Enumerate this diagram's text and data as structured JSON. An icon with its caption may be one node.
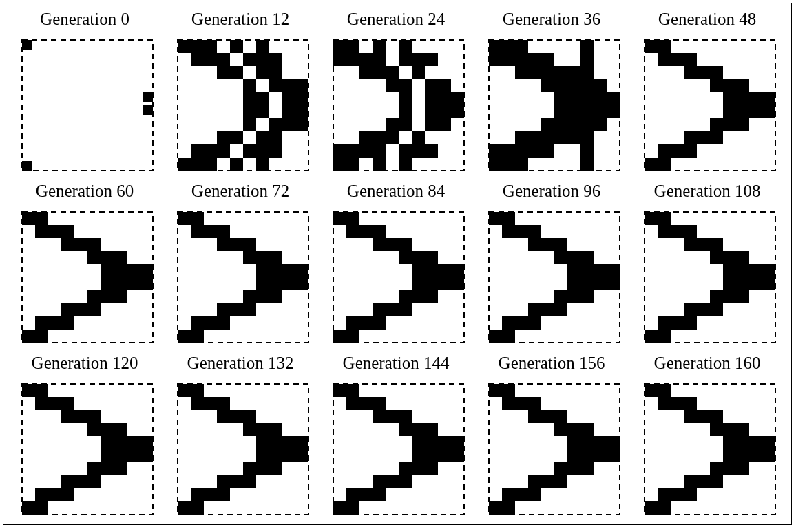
{
  "diagram": {
    "nodes": [
      {
        "text": [
          "Generation 0"
        ]
      },
      {
        "text": [
          "Generation 12"
        ]
      },
      {
        "text": [
          "Generation 24"
        ]
      },
      {
        "text": [
          "Generation 36"
        ]
      },
      {
        "text": [
          "Generation 48"
        ]
      },
      {
        "text": [
          "Generation 60"
        ]
      },
      {
        "text": [
          "Generation 72"
        ]
      },
      {
        "text": [
          "Generation 84"
        ]
      },
      {
        "text": [
          "Generation 96"
        ]
      },
      {
        "text": [
          "Generation 108"
        ]
      },
      {
        "text": [
          "Generation 120"
        ]
      },
      {
        "text": [
          "Generation 132"
        ]
      },
      {
        "text": [
          "Generation 144"
        ]
      },
      {
        "text": [
          "Generation 156"
        ]
      },
      {
        "text": [
          "Generation 160"
        ]
      }
    ]
  }
}
